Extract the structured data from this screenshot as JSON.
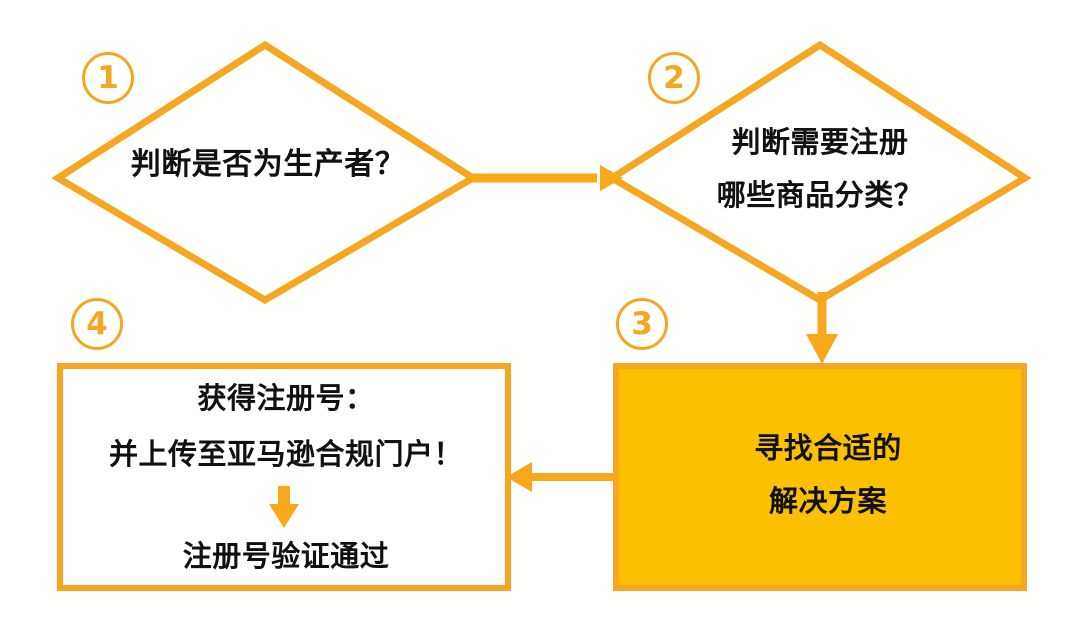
{
  "diagram": {
    "title": "",
    "colors": {
      "stroke": "#F5A623",
      "fill_accent": "#FBC100",
      "text": "#111111",
      "background": "#FFFFFF"
    },
    "nodes": [
      {
        "id": "step1",
        "badge": "①",
        "badge_number": "1",
        "shape": "diamond",
        "lines": [
          "判断是否为生产者？"
        ]
      },
      {
        "id": "step2",
        "badge": "②",
        "badge_number": "2",
        "shape": "diamond",
        "lines": [
          "判断需要注册",
          "哪些商品分类？"
        ]
      },
      {
        "id": "step3",
        "badge": "③",
        "badge_number": "3",
        "shape": "rectangle-filled",
        "lines": [
          "寻找合适的",
          "解决方案"
        ]
      },
      {
        "id": "step4",
        "badge": "④",
        "badge_number": "4",
        "shape": "rectangle-outline",
        "lines": [
          "获得注册号：",
          "并上传至亚马逊合规门户！",
          "注册号验证通过"
        ],
        "inner_arrow": "down-arrow-icon"
      }
    ],
    "connectors": [
      {
        "id": "c1",
        "from": "step1",
        "to": "step2",
        "direction": "right"
      },
      {
        "id": "c2",
        "from": "step2",
        "to": "step3",
        "direction": "down"
      },
      {
        "id": "c3",
        "from": "step3",
        "to": "step4",
        "direction": "left"
      },
      {
        "id": "c4",
        "from": "step4-line2",
        "to": "step4-line3",
        "direction": "down"
      }
    ]
  }
}
